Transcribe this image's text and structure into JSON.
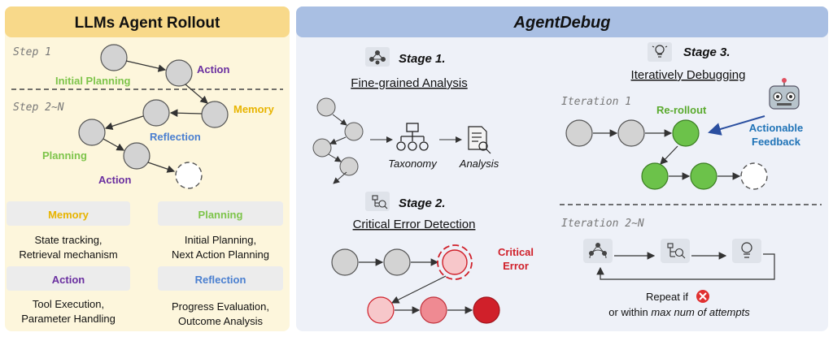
{
  "left_panel": {
    "title": "LLMs Agent Rollout",
    "step1_label": "Step 1",
    "step2_label": "Step 2~N",
    "initial_planning": "Initial Planning",
    "action_top": "Action",
    "memory": "Memory",
    "reflection": "Reflection",
    "planning": "Planning",
    "action_bottom": "Action",
    "modules": [
      {
        "name": "Memory",
        "desc1": "State tracking,",
        "desc2": "Retrieval mechanism",
        "color": "#e8b400"
      },
      {
        "name": "Planning",
        "desc1": "Initial Planning,",
        "desc2": "Next Action Planning",
        "color": "#7dc44a"
      },
      {
        "name": "Action",
        "desc1": "Tool Execution,",
        "desc2": "Parameter Handling",
        "color": "#6a2fa0"
      },
      {
        "name": "Reflection",
        "desc1": "Progress Evaluation,",
        "desc2": "Outcome Analysis",
        "color": "#4a7fd0"
      }
    ]
  },
  "right_panel": {
    "title": "AgentDebug",
    "stage1": {
      "title": "Stage 1.",
      "subtitle": "Fine-grained Analysis",
      "taxonomy": "Taxonomy",
      "analysis": "Analysis"
    },
    "stage2": {
      "title": "Stage 2.",
      "subtitle": "Critical Error Detection",
      "critical1": "Critical",
      "critical2": "Error"
    },
    "stage3": {
      "title": "Stage 3.",
      "subtitle": "Iteratively Debugging",
      "iter1": "Iteration 1",
      "rerollout": "Re-rollout",
      "actionable1": "Actionable",
      "actionable2": "Feedback",
      "iter2": "Iteration 2~N",
      "repeat_if": "Repeat if",
      "or_within": "or within",
      "max_attempts": "max num of attempts"
    }
  },
  "colors": {
    "left_header": "#f8d98a",
    "left_bg": "#fdf6dc",
    "right_header": "#a9bfe3",
    "right_bg": "#eef1f8",
    "node_gray": "#d3d3d3",
    "green": "#6cc24a",
    "red_dark": "#d0202a",
    "red_light": "#f7c7ca",
    "feedback_blue": "#1f73b7",
    "critical_red": "#d0202a"
  }
}
